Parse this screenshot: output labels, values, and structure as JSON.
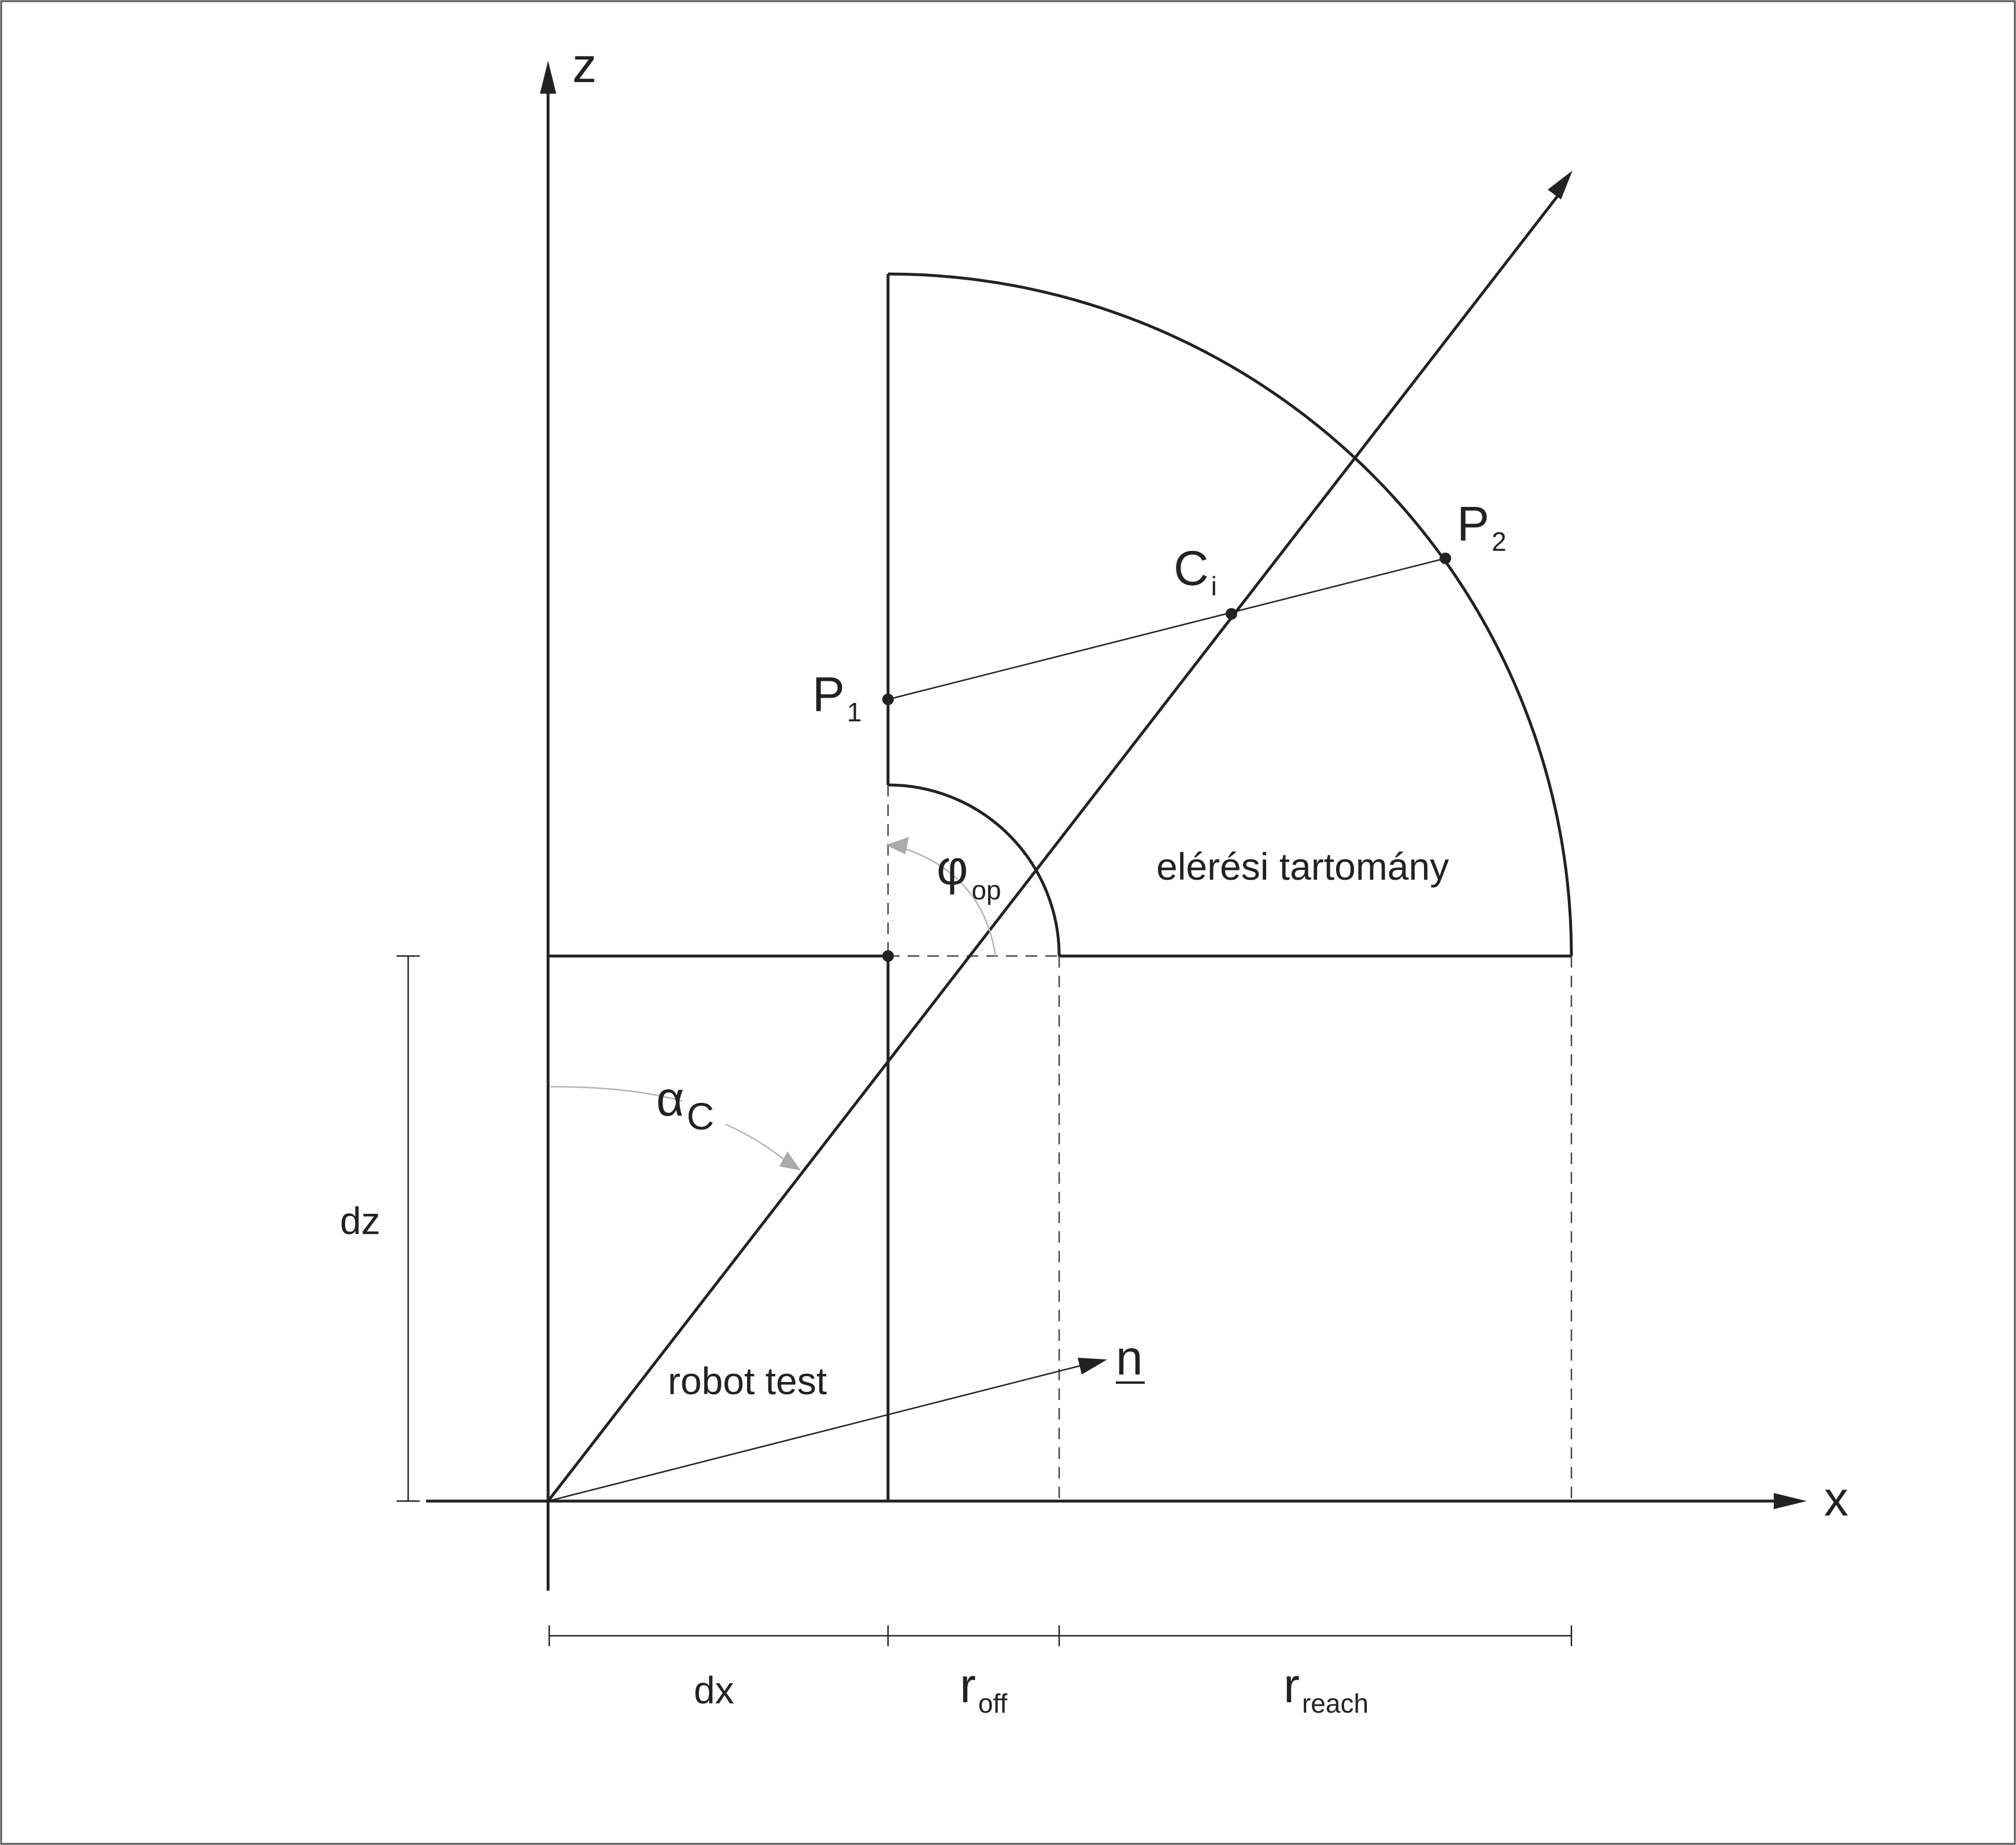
{
  "axes": {
    "x_label": "x",
    "z_label": "z"
  },
  "points": {
    "p1": {
      "main": "P",
      "sub": "1"
    },
    "p2": {
      "main": "P",
      "sub": "2"
    },
    "ci": {
      "main": "C",
      "sub": "i"
    }
  },
  "angles": {
    "phi": {
      "main": "φ",
      "sub": "op"
    },
    "alpha": {
      "main": "α",
      "sub": "C"
    }
  },
  "regions": {
    "reach": "elérési tartomány",
    "robot_body": "robot test"
  },
  "vector": {
    "name": "n"
  },
  "dimensions": {
    "dz": "dz",
    "dx": "dx",
    "r_off": {
      "main": "r",
      "sub": "off"
    },
    "r_reach": {
      "main": "r",
      "sub": "reach"
    }
  }
}
